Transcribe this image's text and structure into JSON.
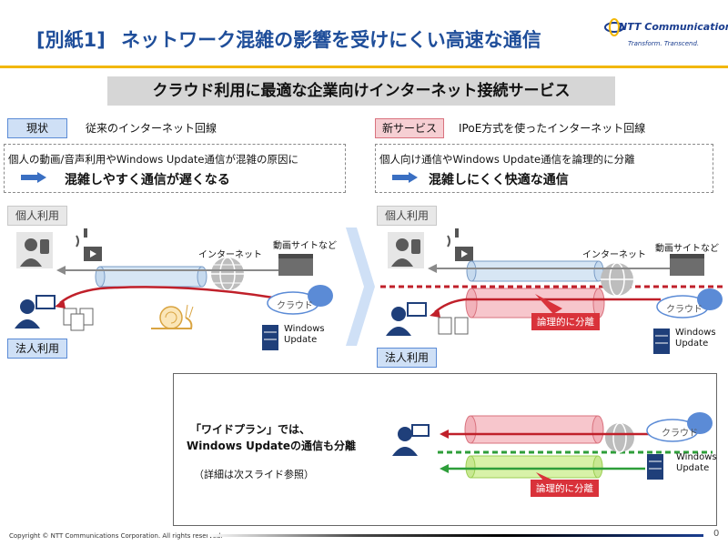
{
  "header": {
    "tag": "[別紙1]",
    "title": "ネットワーク混雑の影響を受けにくい高速な通信",
    "logo_name": "NTT Communications",
    "logo_tagline": "Transform. Transcend."
  },
  "subtitle": "クラウド利用に最適な企業向けインターネット接続サービス",
  "left": {
    "badge": "現状",
    "heading": "従来のインターネット回線",
    "description": "個人の動画/音声利用やWindows Update通信が混雑の原因に",
    "result": "混雑しやすく通信が遅くなる",
    "personal_label": "個人利用",
    "corporate_label": "法人利用",
    "internet_label": "インターネット",
    "video_label": "動画サイトなど",
    "cloud_label": "クラウド",
    "windows_label_1": "Windows",
    "windows_label_2": "Update"
  },
  "right": {
    "badge": "新サービス",
    "heading": "IPoE方式を使ったインターネット回線",
    "description": "個人向け通信やWindows Update通信を論理的に分離",
    "result": "混雑しにくく快適な通信",
    "personal_label": "個人利用",
    "corporate_label": "法人利用",
    "internet_label": "インターネット",
    "video_label": "動画サイトなど",
    "cloud_label": "クラウド",
    "windows_label_1": "Windows",
    "windows_label_2": "Update",
    "separation_label": "論理的に分離"
  },
  "bottom": {
    "line1": "「ワイドプラン」では、",
    "line2": "Windows Updateの通信も分離",
    "note": "（詳細は次スライド参照）",
    "cloud_label": "クラウド",
    "windows_label_1": "Windows",
    "windows_label_2": "Update",
    "separation_label": "論理的に分離"
  },
  "footer": {
    "copyright": "Copyright © NTT Communications Corporation. All rights reserved.",
    "page_number": "0"
  },
  "colors": {
    "title_blue": "#1f4e9a",
    "gold": "#f2b705",
    "red_line": "#c0202a",
    "green_line": "#2e9e3a",
    "tube_blue": "#cfe0f0",
    "tube_red": "#f7c6cc"
  }
}
